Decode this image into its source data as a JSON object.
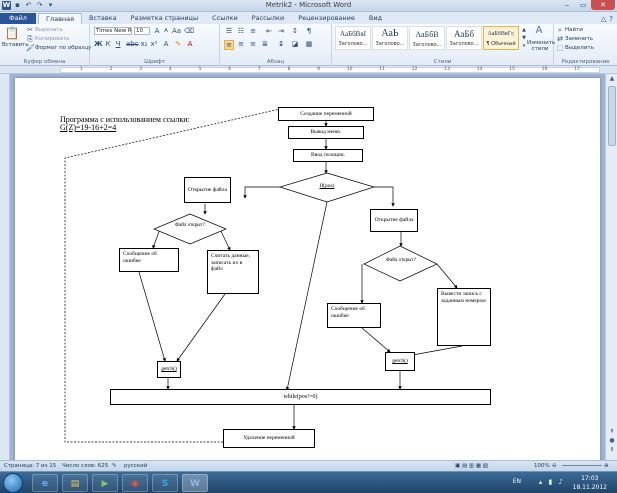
{
  "window": {
    "title": "Metrik2 - Microsoft Word"
  },
  "tabs": [
    "Файл",
    "Главная",
    "Вставка",
    "Разметка страницы",
    "Ссылки",
    "Рассылки",
    "Рецензирование",
    "Вид"
  ],
  "ribbon": {
    "clipboard": {
      "paste": "Вставить",
      "cut": "Вырезать",
      "copy": "Копировать",
      "format_painter": "Формат по образцу",
      "label": "Буфер обмена"
    },
    "font": {
      "font_name": "Times New Ro",
      "font_size": "10",
      "label": "Шрифт"
    },
    "paragraph": {
      "label": "Абзац"
    },
    "styles": {
      "items": [
        {
          "sample": "АаБбВвІ",
          "name": "Заголово..."
        },
        {
          "sample": "АаЬ",
          "name": "Заголово..."
        },
        {
          "sample": "АаБбВ",
          "name": "Заголово..."
        },
        {
          "sample": "АаБб",
          "name": "Заголово..."
        },
        {
          "sample": "АаБбВвГг,",
          "name": "¶ Обычный"
        }
      ],
      "change_styles": "Изменить стили",
      "label": "Стили"
    },
    "editing": {
      "find": "Найти",
      "replace": "Заменить",
      "select": "Выделить",
      "label": "Редактирование"
    }
  },
  "document": {
    "heading_line1": "Программа с использованием ссылки:",
    "heading_line2": "G(Z)=19-16+2=4",
    "flow": {
      "create_var": "Создание переменной",
      "menu_output": "Вывод меню.",
      "input_pos": "Ввод позиции.",
      "if_pos": "If(pos)",
      "open_file_left": "Открытие файла",
      "file_opened_left": "Файл открыт?",
      "error_left": "Сообщение об ошибке",
      "read_data": "Считать данные, записать их в файл",
      "getch_left": "getch()",
      "open_file_right": "Открытие файла",
      "file_opened_right": "Файл открыт?",
      "error_right": "Сообщение об ошибке",
      "output_record": "Вывести запись с заданным номером",
      "getch_right": "getch()",
      "while_loop": "while(pos!=0)",
      "delete_var": "Удаление переменной"
    }
  },
  "status": {
    "page": "Страница: 7 из 15",
    "words": "Число слов: 625",
    "lang": "русский",
    "zoom": "100%"
  },
  "taskbar": {
    "lang": "EN",
    "time": "17:03",
    "date": "18.11.2012"
  }
}
